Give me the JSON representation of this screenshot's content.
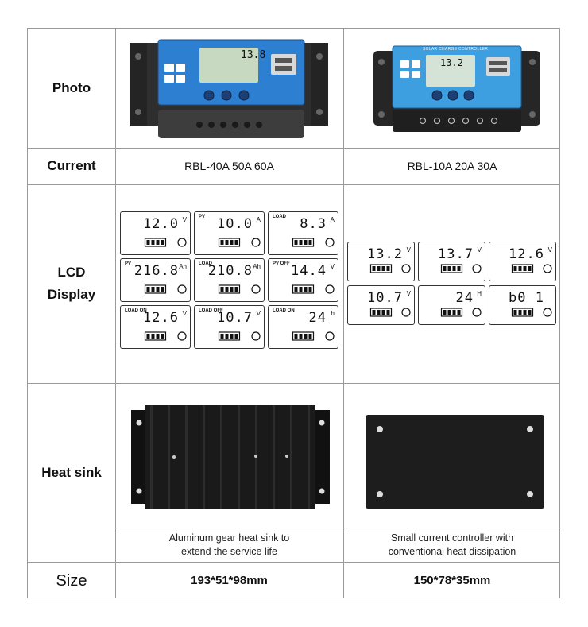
{
  "rows": {
    "photo": "Photo",
    "current": "Current",
    "lcd_line1": "LCD",
    "lcd_line2": "Display",
    "heatsink": "Heat sink",
    "size": "Size"
  },
  "left": {
    "current": "RBL-40A 50A 60A",
    "heatsink_caption": "Aluminum gear heat sink to\nextend the service life",
    "size": "193*51*98mm",
    "photo_lcd": "13.8",
    "lcd": [
      {
        "value": "12.0",
        "unit": "V",
        "tag": ""
      },
      {
        "value": "10.0",
        "unit": "A",
        "tag": "PV"
      },
      {
        "value": "8.3",
        "unit": "A",
        "tag": "LOAD"
      },
      {
        "value": "216.8",
        "unit": "Ah",
        "tag": "PV"
      },
      {
        "value": "210.8",
        "unit": "Ah",
        "tag": "LOAD"
      },
      {
        "value": "14.4",
        "unit": "V",
        "tag": "PV OFF"
      },
      {
        "value": "12.6",
        "unit": "V",
        "tag": "LOAD ON"
      },
      {
        "value": "10.7",
        "unit": "V",
        "tag": "LOAD OFF"
      },
      {
        "value": "24",
        "unit": "h",
        "tag": "LOAD ON"
      }
    ]
  },
  "right": {
    "current": "RBL-10A 20A 30A",
    "heatsink_caption": "Small current controller with\nconventional heat dissipation",
    "size": "150*78*35mm",
    "photo_lcd": "13.2",
    "photo_header": "SOLAR CHARGE CONTROLLER",
    "lcd": [
      {
        "value": "13.2",
        "unit": "V"
      },
      {
        "value": "13.7",
        "unit": "V"
      },
      {
        "value": "12.6",
        "unit": "V"
      },
      {
        "value": "10.7",
        "unit": "V"
      },
      {
        "value": "24",
        "unit": "H"
      },
      {
        "value": "b0 1",
        "unit": ""
      }
    ]
  },
  "colors": {
    "panel_blue": "#2d7fd2",
    "housing": "#3a3a3a",
    "heatsink": "#1c1c1c",
    "grid": "#9a9a9a"
  }
}
